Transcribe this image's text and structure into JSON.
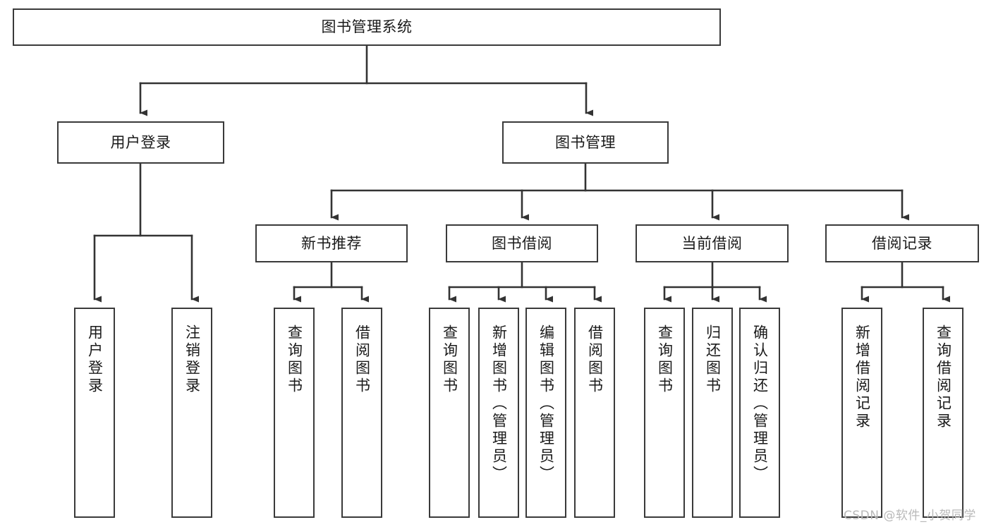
{
  "diagram": {
    "title": "图书管理系统",
    "type": "hierarchy-tree",
    "orientation": "top-down",
    "colors": {
      "box_border": "#3a3a3a",
      "box_fill": "#ffffff",
      "connector": "#333333",
      "text": "#1a1a1a",
      "watermark": "#b9b9b9",
      "background": "#ffffff"
    },
    "levels": 4
  },
  "chart_data": {
    "type": "tree",
    "title": "图书管理系统",
    "root": {
      "label": "图书管理系统",
      "children": [
        {
          "label": "用户登录",
          "children": [
            {
              "label": "用户登录"
            },
            {
              "label": "注销登录"
            }
          ]
        },
        {
          "label": "图书管理",
          "children": [
            {
              "label": "新书推荐",
              "children": [
                {
                  "label": "查询图书"
                },
                {
                  "label": "借阅图书"
                }
              ]
            },
            {
              "label": "图书借阅",
              "children": [
                {
                  "label": "查询图书"
                },
                {
                  "label": "新增图书（管理员）"
                },
                {
                  "label": "编辑图书（管理员）"
                },
                {
                  "label": "借阅图书"
                }
              ]
            },
            {
              "label": "当前借阅",
              "children": [
                {
                  "label": "查询图书"
                },
                {
                  "label": "归还图书"
                },
                {
                  "label": "确认归还（管理员）"
                }
              ]
            },
            {
              "label": "借阅记录",
              "children": [
                {
                  "label": "新增借阅记录"
                },
                {
                  "label": "查询借阅记录"
                }
              ]
            }
          ]
        }
      ]
    }
  },
  "nodes": {
    "root": {
      "label": "图书管理系统"
    },
    "level2": [
      {
        "label": "用户登录"
      },
      {
        "label": "图书管理"
      }
    ],
    "level3": [
      {
        "label": "新书推荐"
      },
      {
        "label": "图书借阅"
      },
      {
        "label": "当前借阅"
      },
      {
        "label": "借阅记录"
      }
    ],
    "leaves": {
      "user_login": [
        {
          "label": "用户登录"
        },
        {
          "label": "注销登录"
        }
      ],
      "new_book_rec": [
        {
          "label": "查询图书"
        },
        {
          "label": "借阅图书"
        }
      ],
      "book_borrow": [
        {
          "label": "查询图书"
        },
        {
          "label": "新增图书（管理员）"
        },
        {
          "label": "编辑图书（管理员）"
        },
        {
          "label": "借阅图书"
        }
      ],
      "current_borrow": [
        {
          "label": "查询图书"
        },
        {
          "label": "归还图书"
        },
        {
          "label": "确认归还（管理员）"
        }
      ],
      "borrow_records": [
        {
          "label": "新增借阅记录"
        },
        {
          "label": "查询借阅记录"
        }
      ]
    }
  },
  "watermark": {
    "text": "CSDN @软件_小贺同学"
  }
}
